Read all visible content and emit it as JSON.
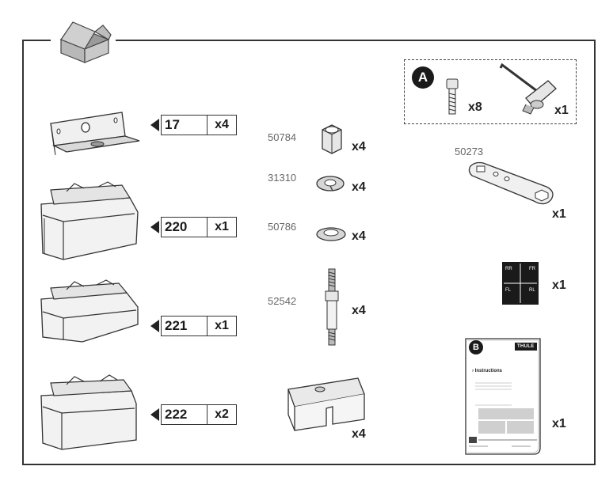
{
  "parts_left": [
    {
      "number": "17",
      "qty": "x4"
    },
    {
      "number": "220",
      "qty": "x1"
    },
    {
      "number": "221",
      "qty": "x1"
    },
    {
      "number": "222",
      "qty": "x2"
    }
  ],
  "parts_middle": [
    {
      "part_no": "50784",
      "qty": "x4"
    },
    {
      "part_no": "31310",
      "qty": "x4"
    },
    {
      "part_no": "50786",
      "qty": "x4"
    },
    {
      "part_no": "52542",
      "qty": "x4"
    },
    {
      "part_no": "",
      "qty": "x4"
    }
  ],
  "kit_a": {
    "badge": "A",
    "screw_qty": "x8",
    "key_qty": "x1"
  },
  "wrench": {
    "part_no": "50273",
    "qty": "x1"
  },
  "sticker": {
    "qty": "x1",
    "labels": [
      "RR",
      "FR",
      "FL",
      "RL"
    ]
  },
  "booklet": {
    "badge": "B",
    "brand": "THULE",
    "heading": "Instructions",
    "qty": "x1"
  }
}
